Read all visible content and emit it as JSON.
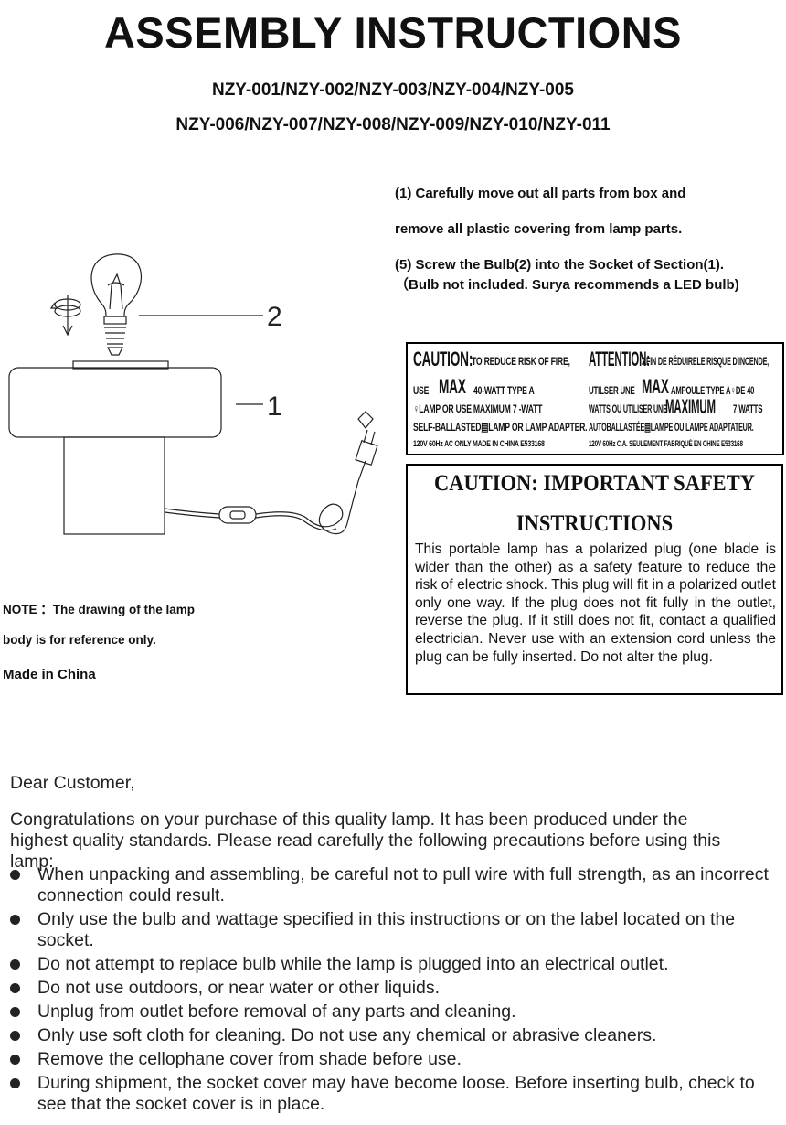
{
  "header": {
    "title": "ASSEMBLY INSTRUCTIONS",
    "models_line1": "NZY-001/NZY-002/NZY-003/NZY-004/NZY-005",
    "models_line2": "NZY-006/NZY-007/NZY-008/NZY-009/NZY-010/NZY-011"
  },
  "steps": {
    "step1_line1": "(1) Carefully move out all parts from box and",
    "step1_line2": "remove all plastic covering from lamp parts.",
    "step5_line1": "(5) Screw the Bulb(2) into the Socket of Section(1).",
    "step5_line2": "（Bulb not included. Surya recommends a LED bulb)"
  },
  "diagram": {
    "label_bulb": "2",
    "label_lamp": "1"
  },
  "note": {
    "line1": "NOTE ：The drawing of the lamp",
    "line2": "body is for reference only.",
    "made_in": "Made in China"
  },
  "caution_label": {
    "en_caution": "CAUTION:",
    "en_l1": "TO REDUCE RISK OF FIRE,",
    "en_use": "USE",
    "en_max": "MAX",
    "en_l2": "40-WATT TYPE A",
    "en_l3": "LAMP OR USE MAXIMUM  7 -WATT",
    "en_l4": "SELF-BALLASTED",
    "en_l4b": "LAMP OR LAMP ADAPTER.",
    "en_l5": "120V 60Hz AC ONLY MADE IN CHINA  E533168",
    "fr_attention": "ATTENTION:",
    "fr_l1": "AFIN DE RÉDUIRELE RISQUE D'INCENDE,",
    "fr_utiliser": "UTILSER UNE",
    "fr_max": "MAX",
    "fr_l2": "AMPOULE TYPE A",
    "fr_l2b": "DE 40",
    "fr_l3a": "WATTS OU UTILISER UNE",
    "fr_maximum": "MAXIMUM",
    "fr_l3b": "7 WATTS",
    "fr_l4": "AUTOBALLASTÉE",
    "fr_l4b": "LAMPE OU LAMPE ADAPTATEUR.",
    "fr_l5": "120V 60Hz C.A. SEULEMENT FABRIQUÉ EN CHINE  E533168"
  },
  "safety": {
    "title_line1": "CAUTION: IMPORTANT SAFETY",
    "title_line2": "INSTRUCTIONS",
    "body": "This portable lamp has a polarized plug (one blade is wider than the other) as a safety feature to reduce the risk of electric shock. This plug will fit in a polarized outlet only one way. If the plug does not fit fully in the outlet, reverse the plug. If it still does not fit, contact a qualified electrician. Never use with an extension cord unless the plug can be fully inserted. Do not alter the plug."
  },
  "customer": {
    "greeting": "Dear Customer,",
    "intro": "Congratulations on your purchase of this quality lamp. It has been produced under the highest quality standards. Please read carefully the following precautions before using this lamp:",
    "bullets": [
      "When unpacking and assembling, be careful not to pull wire with full strength, as an incorrect connection could result.",
      "Only use the bulb and wattage specified in this instructions or on the label located on the socket.",
      "Do not attempt to replace bulb while the lamp is plugged into an electrical outlet.",
      "Do not use outdoors, or near water or other liquids.",
      "Unplug from outlet before removal of any parts and cleaning.",
      "Only use soft cloth for cleaning. Do not use any chemical or abrasive cleaners.",
      "Remove the cellophane cover from shade before use.",
      "During shipment, the socket cover may have become loose. Before inserting bulb, check to see that the socket cover is in place."
    ]
  }
}
